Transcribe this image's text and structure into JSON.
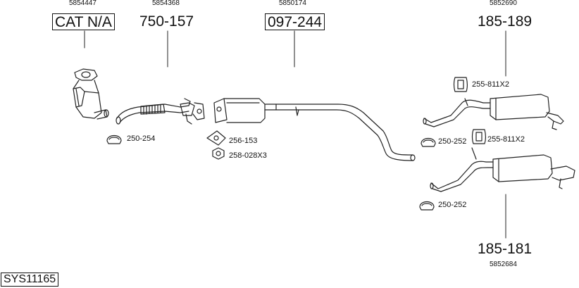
{
  "system_code": "SYS11165",
  "parts": [
    {
      "ref": "5854447",
      "code": "CAT N/A"
    },
    {
      "ref": "5854368",
      "code": "750-157"
    },
    {
      "ref": "5850174",
      "code": "097-244"
    },
    {
      "ref": "5852690",
      "code": "185-189"
    },
    {
      "ref": "5852684",
      "code": "185-181"
    }
  ],
  "fittings": [
    "250-254",
    "256-153",
    "258-028X3",
    "255-811X2",
    "250-252",
    "255-811X2",
    "250-252"
  ]
}
